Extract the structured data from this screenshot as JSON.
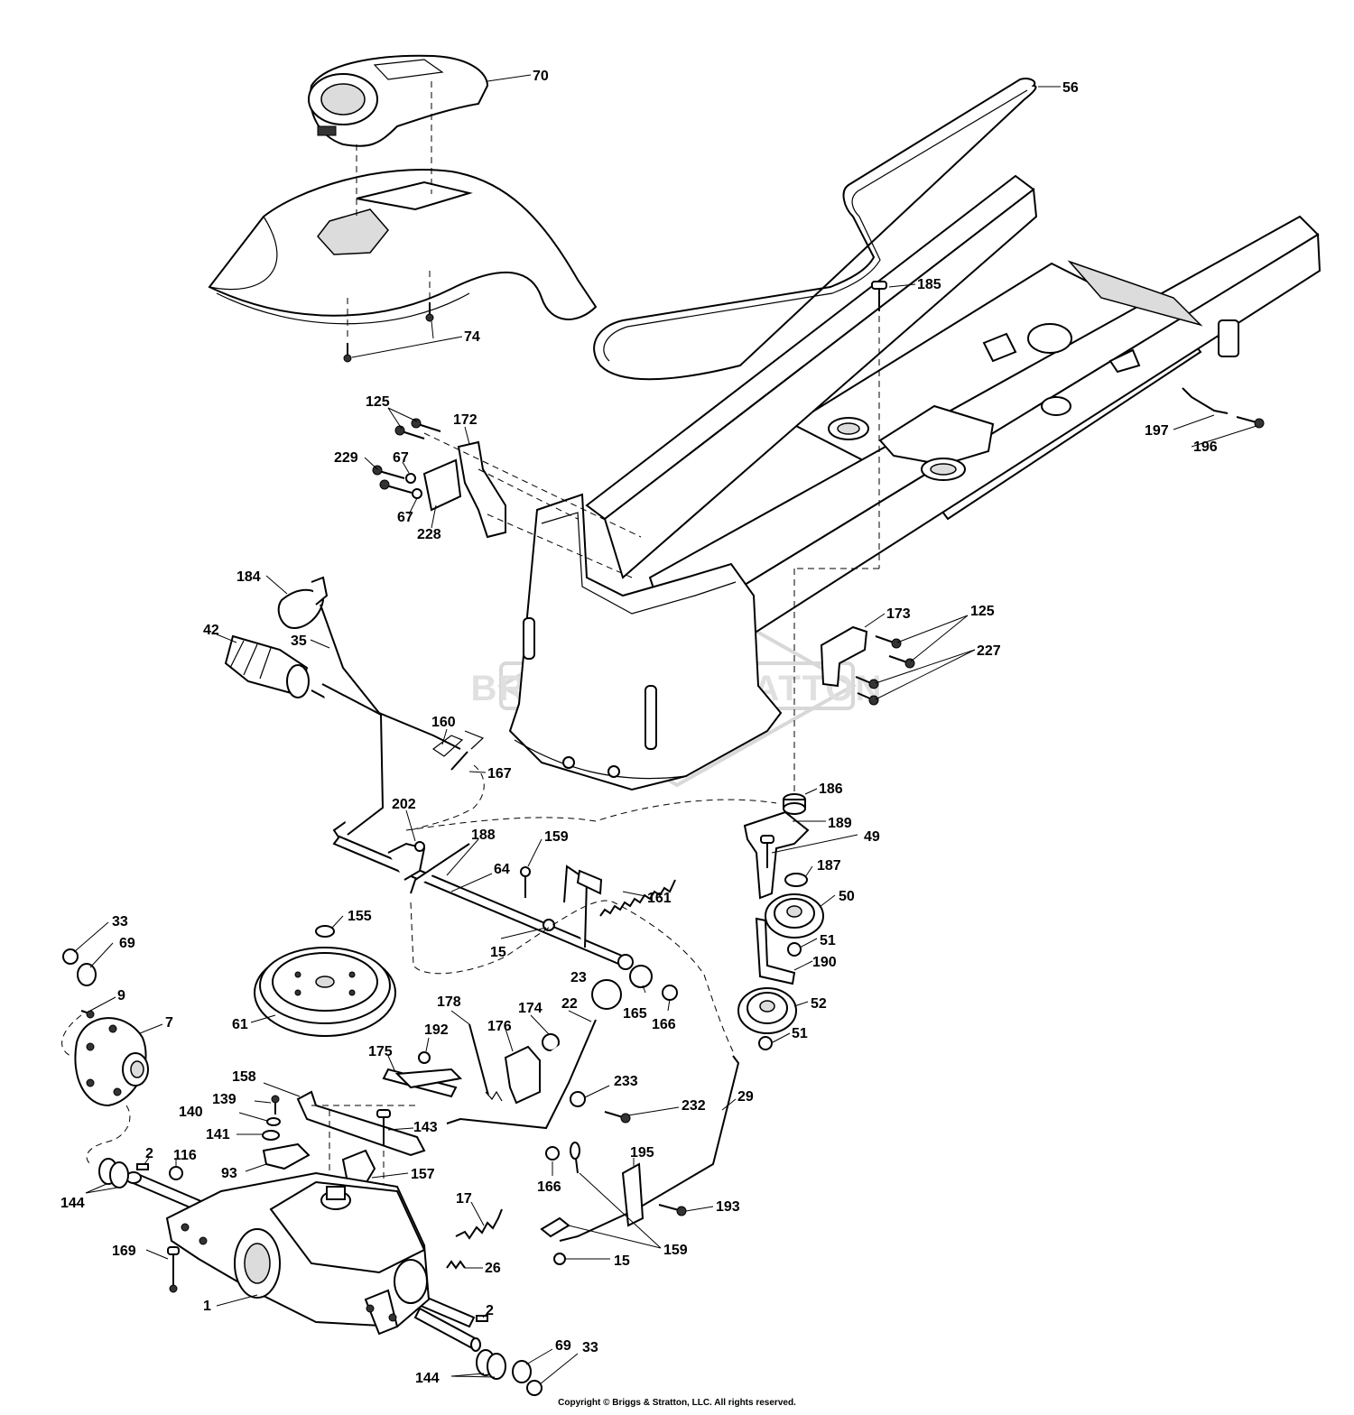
{
  "labels": [
    {
      "id": "70",
      "text": "70"
    },
    {
      "id": "56",
      "text": "56"
    },
    {
      "id": "185",
      "text": "185"
    },
    {
      "id": "74",
      "text": "74"
    },
    {
      "id": "125a",
      "text": "125"
    },
    {
      "id": "172",
      "text": "172"
    },
    {
      "id": "229",
      "text": "229"
    },
    {
      "id": "67a",
      "text": "67"
    },
    {
      "id": "67b",
      "text": "67"
    },
    {
      "id": "228",
      "text": "228"
    },
    {
      "id": "197",
      "text": "197"
    },
    {
      "id": "196",
      "text": "196"
    },
    {
      "id": "184",
      "text": "184"
    },
    {
      "id": "42",
      "text": "42"
    },
    {
      "id": "35",
      "text": "35"
    },
    {
      "id": "173",
      "text": "173"
    },
    {
      "id": "125b",
      "text": "125"
    },
    {
      "id": "227",
      "text": "227"
    },
    {
      "id": "160",
      "text": "160"
    },
    {
      "id": "167",
      "text": "167"
    },
    {
      "id": "186",
      "text": "186"
    },
    {
      "id": "202",
      "text": "202"
    },
    {
      "id": "188",
      "text": "188"
    },
    {
      "id": "159a",
      "text": "159"
    },
    {
      "id": "189",
      "text": "189"
    },
    {
      "id": "49",
      "text": "49"
    },
    {
      "id": "64",
      "text": "64"
    },
    {
      "id": "161",
      "text": "161"
    },
    {
      "id": "187",
      "text": "187"
    },
    {
      "id": "50",
      "text": "50"
    },
    {
      "id": "33a",
      "text": "33"
    },
    {
      "id": "69a",
      "text": "69"
    },
    {
      "id": "155",
      "text": "155"
    },
    {
      "id": "15a",
      "text": "15"
    },
    {
      "id": "51a",
      "text": "51"
    },
    {
      "id": "190",
      "text": "190"
    },
    {
      "id": "23",
      "text": "23"
    },
    {
      "id": "165",
      "text": "165"
    },
    {
      "id": "166a",
      "text": "166"
    },
    {
      "id": "52",
      "text": "52"
    },
    {
      "id": "9",
      "text": "9"
    },
    {
      "id": "7",
      "text": "7"
    },
    {
      "id": "61",
      "text": "61"
    },
    {
      "id": "178",
      "text": "178"
    },
    {
      "id": "174",
      "text": "174"
    },
    {
      "id": "22",
      "text": "22"
    },
    {
      "id": "176",
      "text": "176"
    },
    {
      "id": "51b",
      "text": "51"
    },
    {
      "id": "192",
      "text": "192"
    },
    {
      "id": "175",
      "text": "175"
    },
    {
      "id": "158",
      "text": "158"
    },
    {
      "id": "233",
      "text": "233"
    },
    {
      "id": "29",
      "text": "29"
    },
    {
      "id": "139",
      "text": "139"
    },
    {
      "id": "140",
      "text": "140"
    },
    {
      "id": "232",
      "text": "232"
    },
    {
      "id": "143",
      "text": "143"
    },
    {
      "id": "141",
      "text": "141"
    },
    {
      "id": "2a",
      "text": "2"
    },
    {
      "id": "116",
      "text": "116"
    },
    {
      "id": "195",
      "text": "195"
    },
    {
      "id": "93",
      "text": "93"
    },
    {
      "id": "157",
      "text": "157"
    },
    {
      "id": "166b",
      "text": "166"
    },
    {
      "id": "144a",
      "text": "144"
    },
    {
      "id": "17",
      "text": "17"
    },
    {
      "id": "193",
      "text": "193"
    },
    {
      "id": "159b",
      "text": "159"
    },
    {
      "id": "169",
      "text": "169"
    },
    {
      "id": "15b",
      "text": "15"
    },
    {
      "id": "26",
      "text": "26"
    },
    {
      "id": "1",
      "text": "1"
    },
    {
      "id": "2b",
      "text": "2"
    },
    {
      "id": "69b",
      "text": "69"
    },
    {
      "id": "33b",
      "text": "33"
    },
    {
      "id": "144b",
      "text": "144"
    }
  ],
  "watermark": "BRIGGS & STRATTON",
  "copyright": "Copyright © Briggs & Stratton, LLC. All rights reserved."
}
